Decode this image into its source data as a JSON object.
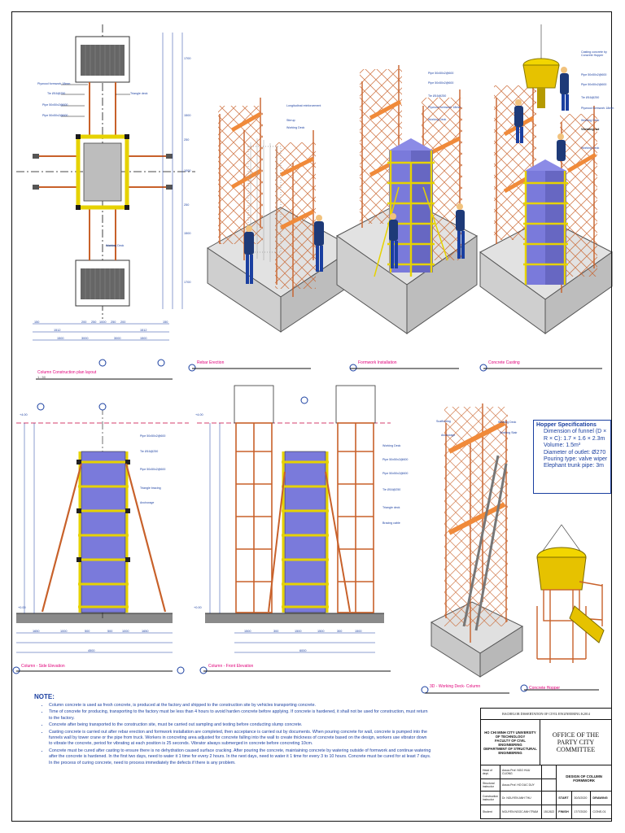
{
  "views": {
    "plan_title": "Column Construction plan layout",
    "erect_title": "Rebar Erection",
    "install_title": "Formwork Installation",
    "cast_title": "Concrete Casting",
    "side_title": "Column - Side Elevation",
    "front_title": "Column - Front Elevation",
    "deck_title": "3D - Working Deck- Column",
    "hopper_title": "Concrete Hopper",
    "scale": "1 : 50"
  },
  "callouts": {
    "plywood": "Plywood formwork 18mm",
    "tie": "Tie Ø16@250",
    "pipe1": "Pipe 50x50x2@600",
    "pipe2": "Pipe 50x50x2@600",
    "triangle_deck": "Triangle deck",
    "working_deck": "Working Deck",
    "longitudinal": "Longitudinal reinforcement",
    "stirrup": "Stirrup",
    "hopper_crane": "Casting concrete by Concrete Hopper",
    "vibrating": "Vibrating rod",
    "triangle_bracing": "Triangle bracing",
    "anchorage": "Anchorage",
    "bracing_cable": "Bracing cable",
    "scaffolding": "Scaffolding",
    "stair": "Working Stair"
  },
  "dims": {
    "plan_h": [
      "150",
      "1512",
      "200",
      "250",
      "1000",
      "250",
      "200",
      "1512",
      "150"
    ],
    "plan_h2": [
      "1500",
      "3000",
      "3000",
      "1500"
    ],
    "plan_v": [
      "1700",
      "1500",
      "250",
      "1000",
      "250",
      "1500",
      "1700"
    ],
    "side_h": [
      "1650",
      "1000",
      "500",
      "500",
      "1000",
      "1650"
    ],
    "side_total": "4500",
    "front_h": [
      "1500",
      "300",
      "1500",
      "1500",
      "300",
      "1500"
    ],
    "front_total": "6000",
    "levels": [
      "+0.00",
      "+4.00"
    ]
  },
  "spec": {
    "heading": "Hopper Specifications",
    "items": [
      "Dimension of funnel (D × R × C): 1.7 × 1.6 × 2.3m",
      "Volume: 1.5m³",
      "Diameter of outlet: Ø270",
      "Pouring type: valve wiper",
      "Elephant trunk pipe: 3m"
    ]
  },
  "notes": {
    "heading": "NOTE:",
    "items": [
      "Column concrete is used as fresh concrete, is produced at the factory and shipped to the construction site by vehicles transporting concrete.",
      "Time of concrete for producing, transporting to the factory must be less than 4 hours to avoid harden concrete before applying. If concrete is hardened, it shall not be used for construction, must return to the factory.",
      "Concrete after being transported to the construction site, must be carried out sampling and testing before conducting slump concrete.",
      "Casting concrete is carried out after rebar erection and formwork installation are completed, then acceptance is carried out by documents. When pouring concrete for wall, concrete is pumped into the funnels wall by tower crane or the pipe from truck. Workers in concreting area adjusted for concrete falling into the wall to create thickness of concrete based on the design, workers use vibrator down to vibrate the concrete, period for vibrating at each position is 25 seconds. Vibrator always submerged in concrete before concreting 10cm.",
      "Concrete must be cured after casting to ensure there is no dehydration caused surface cracking. After pouring the concrete, maintaining concrete by watering outside of formwork and continue watering after the concrete is hardened. In the first two days, need to water it 1 time for every 2 hours. In the next days, need to water it 1 time for every 3 to 10 hours. Concrete must be cured for at least 7 days. In the process of curing concrete, need to process immediately the defects if there is any problem."
    ]
  },
  "title_block": {
    "top": "BACHELOR DISSERTATION OF CIVIL ENGINEERING K2014",
    "uni1": "HO CHI MINH CITY UNIVERSITY OF TECHNOLOGY",
    "uni2": "FACULTY OF CIVIL ENGINEERING",
    "uni3": "DEPARTMENT OF STRUCTURAL ENGINEERING",
    "project": "OFFICE OF THE PARTY CITY COMMITTEE",
    "r1_role": "Head of dept.",
    "r1_name": "Assoc.Prof. NGO HUU CUONG",
    "r2_role": "Structural instructor",
    "r2_name": "Assoc.Prof. HO DUC DUY",
    "r3_role": "Construction instructor",
    "r3_name": "Dr. NGUYEN ANH THU",
    "r4_role": "Student",
    "r4_name": "NGUYEN NGOC ANH TRAM",
    "r4_id": "1512622",
    "drawing_name": "DESIGN OF COLUMN FORMWORK",
    "start": "START",
    "start_date": "30/3/2020",
    "finish": "FINISH",
    "finish_date": "17/7/2020",
    "drawing": "DRAWING",
    "drawing_no": "CONS.01"
  },
  "colors": {
    "blue": "#1a3fa0",
    "pink": "#e0007a",
    "scaffold": "#c8612a",
    "plank": "#f08a3a",
    "yellow": "#e6d200",
    "concrete": "#7a7adb",
    "slab": "#d9d9d9"
  }
}
